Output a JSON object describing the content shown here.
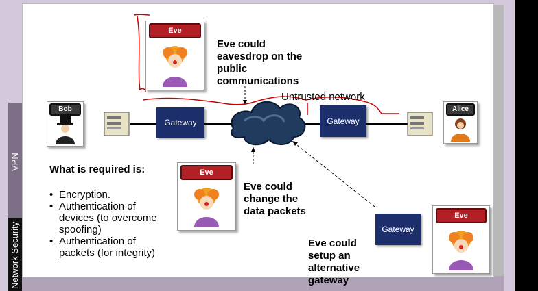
{
  "sidebar": {
    "section": "VPN",
    "course": "Network Security"
  },
  "labels": {
    "bob": "Bob",
    "alice": "Alice",
    "eve": "Eve",
    "gateway": "Gateway",
    "untrusted": "Untrusted network"
  },
  "captions": {
    "eavesdrop": [
      "Eve could",
      "eavesdrop on the",
      "public",
      "communications"
    ],
    "change": [
      "Eve could",
      "change the",
      "data packets"
    ],
    "alternative": [
      "Eve could",
      "setup an",
      "alternative",
      "gateway"
    ]
  },
  "requirements": {
    "title": "What is required is:",
    "items": [
      "Encryption.",
      "Authentication of devices (to overcome spoofing)",
      "Authentication of packets (for integrity)"
    ]
  },
  "colors": {
    "gateway": "#1d2e6d",
    "eve_tag": "#b21f24",
    "annotation": "#d00000",
    "sidebar": "#7d6f86"
  }
}
